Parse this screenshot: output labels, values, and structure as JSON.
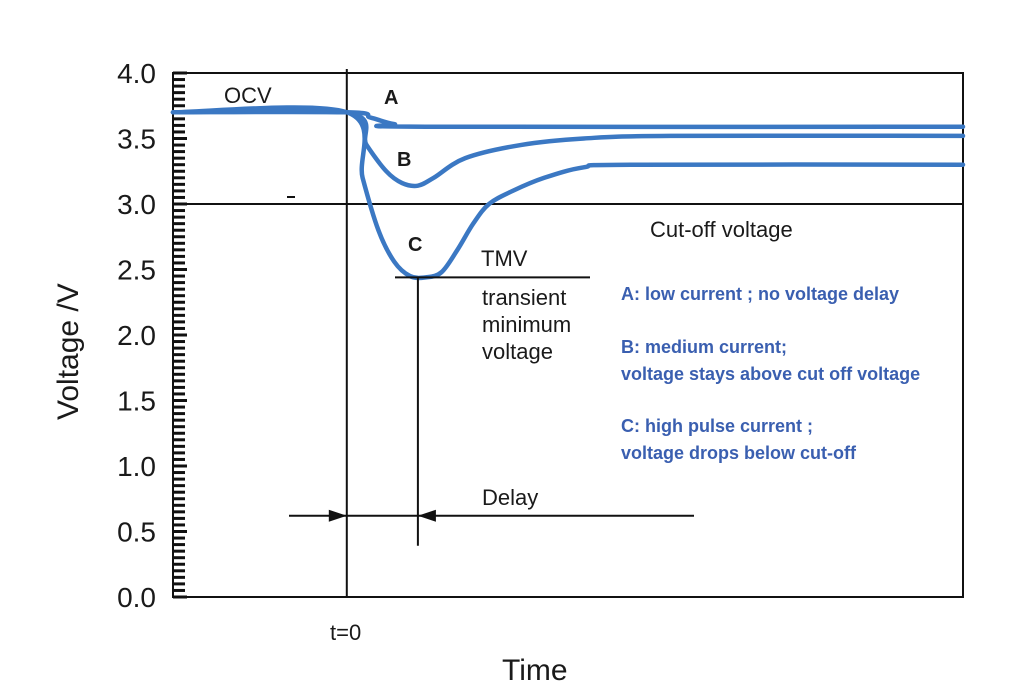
{
  "chart_data": {
    "type": "line",
    "title": "",
    "xlabel": "Time",
    "ylabel": "Voltage /V",
    "ylim": [
      0.0,
      4.0
    ],
    "yticks": [
      "0.0",
      "0.5",
      "1.0",
      "1.5",
      "2.0",
      "2.5",
      "3.0",
      "3.5",
      "4.0"
    ],
    "yminor_step": 0.05,
    "xticks": [
      "t=0"
    ],
    "grid": false,
    "cutoff_voltage": 3.0,
    "cutoff_label": "Cut-off voltage",
    "ocv_label": "OCV",
    "ocv_value": 3.7,
    "series": [
      {
        "name": "A",
        "color": "#3b78c3",
        "points": [
          [
            0.0,
            3.7
          ],
          [
            0.22,
            3.7
          ],
          [
            0.25,
            3.66
          ],
          [
            0.28,
            3.61
          ],
          [
            0.32,
            3.59
          ],
          [
            1.0,
            3.59
          ]
        ]
      },
      {
        "name": "B",
        "color": "#3b78c3",
        "points": [
          [
            0.0,
            3.7
          ],
          [
            0.22,
            3.7
          ],
          [
            0.245,
            3.45
          ],
          [
            0.27,
            3.25
          ],
          [
            0.29,
            3.16
          ],
          [
            0.31,
            3.14
          ],
          [
            0.33,
            3.2
          ],
          [
            0.37,
            3.35
          ],
          [
            0.44,
            3.45
          ],
          [
            0.52,
            3.5
          ],
          [
            0.63,
            3.52
          ],
          [
            1.0,
            3.52
          ]
        ]
      },
      {
        "name": "C",
        "color": "#3b78c3",
        "points": [
          [
            0.0,
            3.7
          ],
          [
            0.22,
            3.7
          ],
          [
            0.24,
            3.2
          ],
          [
            0.26,
            2.8
          ],
          [
            0.28,
            2.56
          ],
          [
            0.3,
            2.45
          ],
          [
            0.32,
            2.44
          ],
          [
            0.34,
            2.48
          ],
          [
            0.36,
            2.65
          ],
          [
            0.38,
            2.85
          ],
          [
            0.4,
            3.0
          ],
          [
            0.43,
            3.1
          ],
          [
            0.47,
            3.2
          ],
          [
            0.52,
            3.28
          ],
          [
            0.58,
            3.3
          ],
          [
            1.0,
            3.3
          ]
        ]
      }
    ],
    "tmv": {
      "label": "TMV",
      "value": 2.44,
      "description": [
        "transient",
        "minimum",
        "voltage"
      ]
    },
    "delay": {
      "label": "Delay",
      "y": 0.62,
      "start_x": 0.22,
      "end_x": 0.31
    },
    "notes": [
      "A: low current ;  no voltage delay",
      "B: medium current;",
      "voltage stays above cut off voltage",
      "C: high pulse current ;",
      "voltage drops below cut-off"
    ]
  }
}
